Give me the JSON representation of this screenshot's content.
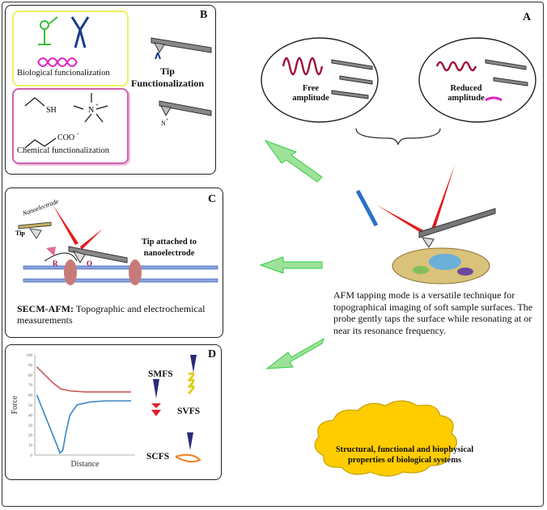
{
  "panel_a": {
    "letter": "A",
    "free_amplitude": [
      "Free",
      "amplitude"
    ],
    "reduced_amplitude": [
      "Reduced",
      "amplitude"
    ],
    "description": "AFM tapping mode is a versatile technique for topographical imaging of soft sample surfaces. The probe gently taps the surface while resonating at or near its resonance frequency."
  },
  "panel_b": {
    "letter": "B",
    "biological_label": "Biological funcionalization",
    "chemical_label": "Chemical functionalization",
    "tip_title": [
      "Tip",
      "Functionalization"
    ],
    "chem_sh": "SH",
    "chem_n": "N",
    "chem_coo": "COO",
    "chem_minus": "-",
    "chem_plus": "+"
  },
  "panel_c": {
    "letter": "C",
    "nanoelectrode": "Nanoelectrode",
    "tip": "Tip",
    "r": "R",
    "o": "O",
    "tip_attached": [
      "Tip attached to",
      "nanoelectrode"
    ],
    "secm_bold": "SECM-AFM:",
    "secm_rest": " Topographic and electrochemical measurements"
  },
  "panel_d": {
    "letter": "D",
    "smfs": "SMFS",
    "svfs": "SVFS",
    "scfs": "SCFS"
  },
  "cloud_text": [
    "Structural, functional and biophysical",
    "properties of biological systems"
  ],
  "colors": {
    "yellow_border": "#f0f060",
    "pink_border": "#d060b0",
    "arrow_green": "#2ecc40",
    "cloud_fill": "#ffcc00",
    "wave_red": "#a0103a",
    "laser_red": "#e41a1c",
    "chart_red": "#cc5a5a",
    "chart_blue": "#3b86c4"
  },
  "chart_data": {
    "type": "line",
    "xlabel": "Distance",
    "ylabel": "Force",
    "yticks": [
      "100",
      "90",
      "80",
      "70",
      "60",
      "50",
      "40",
      "30",
      "20",
      "10",
      "0"
    ],
    "ylim": [
      0,
      100
    ],
    "xlim": [
      0,
      10
    ],
    "series": [
      {
        "x": [
          0.2,
          1,
          1.8,
          2.6,
          3.5,
          5,
          7,
          9.6
        ],
        "y": [
          88,
          80,
          72,
          66,
          64,
          63,
          63,
          63
        ]
      },
      {
        "x": [
          0.2,
          0.6,
          1.0,
          1.4,
          1.8,
          2.2,
          2.5,
          2.8,
          3.1,
          3.5,
          4.2,
          5.5,
          7,
          9.6
        ],
        "y": [
          60,
          50,
          40,
          30,
          20,
          10,
          2,
          5,
          22,
          40,
          50,
          53,
          54,
          54
        ]
      }
    ]
  }
}
